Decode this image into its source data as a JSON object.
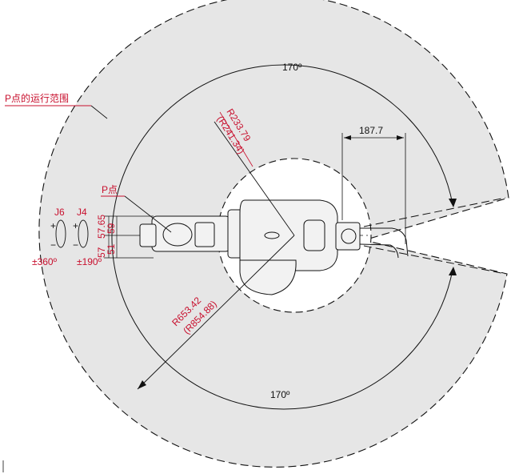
{
  "colors": {
    "annotation_red": "#c8102e",
    "line_black": "#111111",
    "work_area_fill": "#e6e6e6",
    "robot_fill": "#f2f2f2"
  },
  "labels": {
    "work_area_title": "P点的运行范围",
    "p_point": "P点",
    "angle_top": "170º",
    "angle_bottom": "170º",
    "dim_187": "187.7",
    "r_inner": "R233.79",
    "r_inner_alt": "(R241.34)",
    "r_outer": "R653.42",
    "r_outer_alt": "(R854.88)",
    "j6": "J6",
    "j4": "J4",
    "j6_range": "±360º",
    "j4_range": "±190º",
    "dim_57_65": "57.65",
    "dim_59": "59",
    "dim_57": "57",
    "dim_51": "51",
    "plus_j6": "+",
    "minus_j6": "−",
    "plus_j4": "+",
    "minus_j4": "−"
  }
}
